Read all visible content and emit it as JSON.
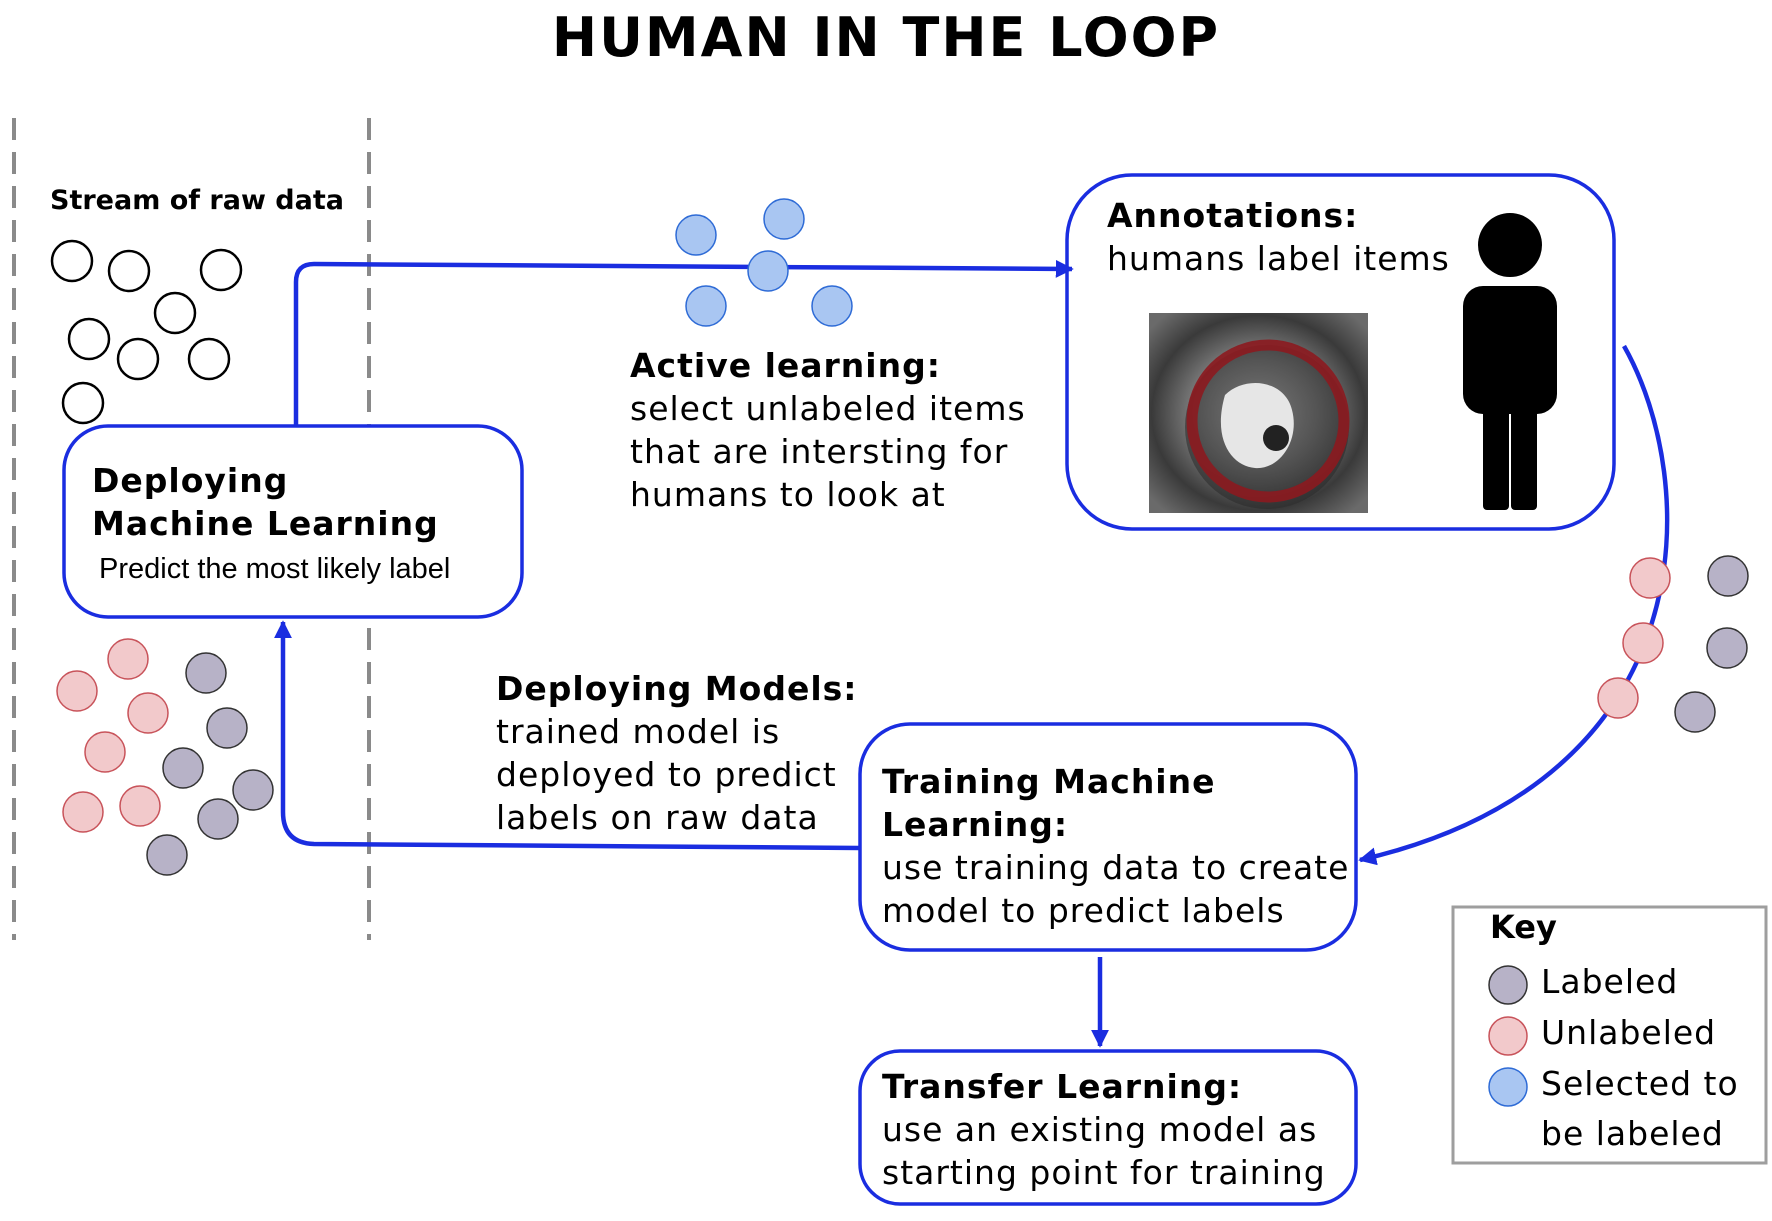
{
  "title": "HUMAN IN THE LOOP",
  "stream": {
    "label": "Stream of raw data"
  },
  "deploying_ml": {
    "heading_1": "Deploying",
    "heading_2": "Machine Learning",
    "text": "Predict the most likely label"
  },
  "active_learning": {
    "heading": "Active learning:",
    "lines": [
      "select unlabeled items",
      "that are intersting for",
      "humans to look at"
    ]
  },
  "annotations": {
    "heading": "Annotations:",
    "text": "humans label items"
  },
  "deploying_models": {
    "heading": "Deploying Models:",
    "lines": [
      "trained model is",
      "deployed to predict",
      "labels on raw data"
    ]
  },
  "training_ml": {
    "heading_1": "Training Machine",
    "heading_2": "Learning:",
    "lines": [
      "use training data to create",
      "model to predict labels"
    ]
  },
  "transfer_learning": {
    "heading": "Transfer Learning:",
    "lines": [
      "use an existing model as",
      "starting point for training"
    ]
  },
  "key": {
    "title": "Key",
    "items": [
      "Labeled",
      "Unlabeled",
      "Selected to",
      "be labeled"
    ]
  },
  "colors": {
    "arrow": "#1a2de0",
    "labeled": "#b7b2c7",
    "unlabeled": "#f2c9cb",
    "unlabeled_stroke": "#c8535a",
    "selected": "#a9c6f2",
    "selected_stroke": "#2e6bd6",
    "key_border": "#9e9e9e",
    "divider": "#8a8a8a",
    "segmentation_ring": "#8c1a1f"
  }
}
